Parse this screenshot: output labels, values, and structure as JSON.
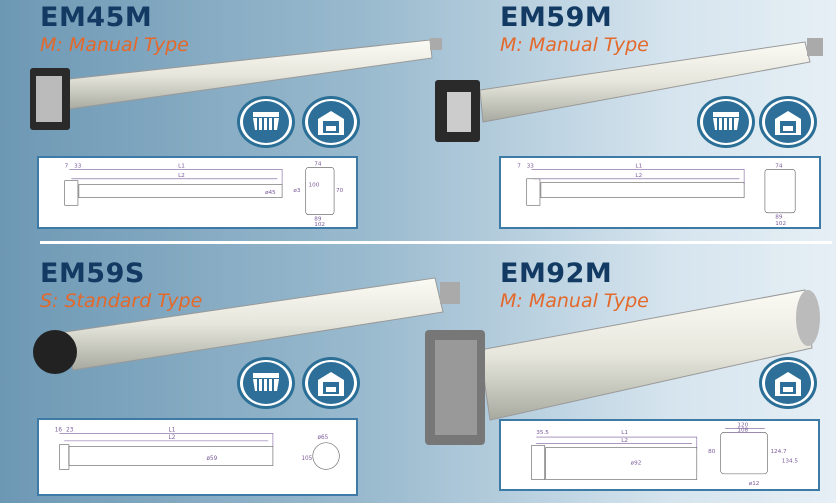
{
  "products": [
    {
      "model": "EM45M",
      "type": "M: Manual Type",
      "icons": [
        "awning-icon",
        "garage-door-icon"
      ],
      "drawing": {
        "labels": [
          "7",
          "33",
          "L1",
          "L2",
          "ø45",
          "74",
          "ø3",
          "100",
          "89",
          "102",
          "70"
        ]
      }
    },
    {
      "model": "EM59M",
      "type": "M: Manual Type",
      "icons": [
        "awning-icon",
        "garage-door-icon"
      ],
      "drawing": {
        "labels": [
          "7",
          "33",
          "L1",
          "L2",
          "74",
          "89",
          "102"
        ]
      }
    },
    {
      "model": "EM59S",
      "type": "S: Standard Type",
      "icons": [
        "awning-icon",
        "garage-door-icon"
      ],
      "drawing": {
        "labels": [
          "16",
          "23",
          "L1",
          "L2",
          "ø59",
          "ø65",
          "105"
        ]
      }
    },
    {
      "model": "EM92M",
      "type": "M: Manual Type",
      "icons": [
        "garage-door-icon"
      ],
      "drawing": {
        "labels": [
          "35.5",
          "L1",
          "L2",
          "ø92",
          "120",
          "108",
          "80",
          "124.7",
          "134.5",
          "ø12"
        ]
      }
    }
  ],
  "colors": {
    "title": "#123a62",
    "subtitle": "#e4682a",
    "accent": "#2d6f98"
  }
}
